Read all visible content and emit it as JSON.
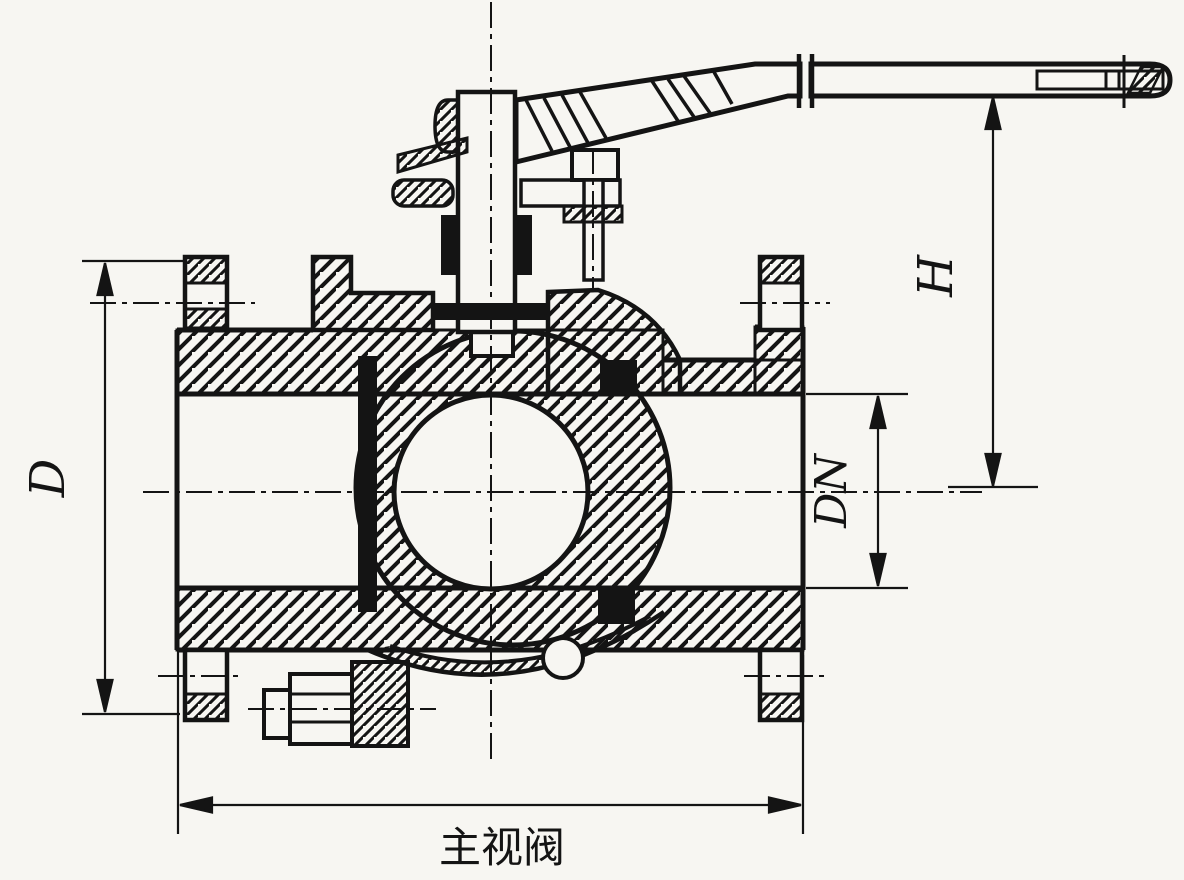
{
  "page": {
    "background_color": "#f7f6f2",
    "ink_color": "#141414"
  },
  "drawing": {
    "caption": "主视阀",
    "dimension_labels": {
      "flange_diameter": "D",
      "nominal_bore": "DN",
      "handle_height": "H"
    }
  }
}
